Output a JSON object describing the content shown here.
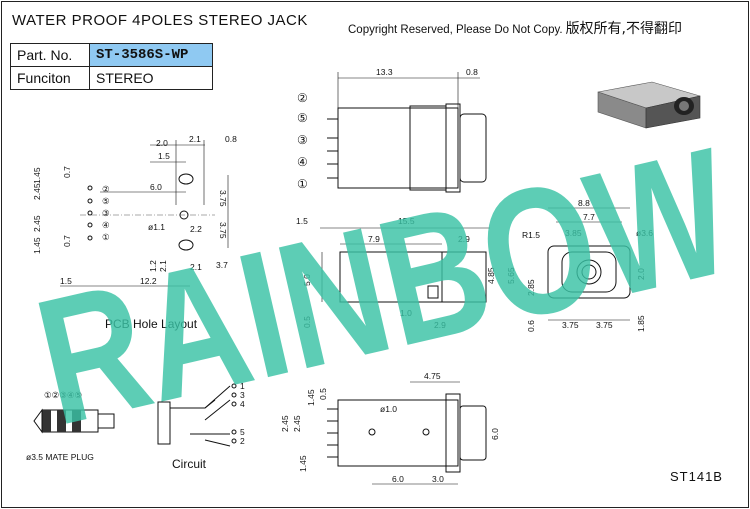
{
  "header": {
    "title": "WATER PROOF 4POLES STEREO JACK",
    "copyright": "Copyright Reserved, Please Do Not Copy.",
    "copyright_cn": "版权所有,不得翻印"
  },
  "info_table": {
    "part_label": "Part. No.",
    "part_value": "ST-3586S-WP",
    "function_label": "Funciton",
    "function_value": "STEREO"
  },
  "watermark": "RAINBOW",
  "model_code": "ST141B",
  "labels": {
    "pcb_layout": "PCB Hole Layout",
    "circuit": "Circuit",
    "mate_plug": "ø3.5 MATE PLUG",
    "plug_pins": "①②③④⑤"
  },
  "pin_markers": {
    "side": [
      "②",
      "⑤",
      "③",
      "④",
      "①"
    ],
    "pcb": [
      "②",
      "⑤",
      "③",
      "④",
      "①"
    ],
    "circuit": [
      "1",
      "3",
      "4",
      "5",
      "2"
    ]
  },
  "dims": {
    "d13_3": "13.3",
    "d0_8": "0.8",
    "d2_0": "2.0",
    "d2_1": "2.1",
    "d0_8b": "0.8",
    "d1_5": "1.5",
    "d6_0": "6.0",
    "d3_75": "3.75",
    "d3_75b": "3.75",
    "d2_45": "2.45",
    "d1_45": "1.45",
    "d0_7": "0.7",
    "d0_7b": "0.7",
    "d2_45b": "2.45",
    "d1_45b": "1.45",
    "d2_2": "2.2",
    "d1_1": "ø1.1",
    "d12_2": "12.2",
    "d1_5b": "1.5",
    "d2_1b": "2.1",
    "d3_7": "3.7",
    "d1_2": "1.2",
    "d2_1c": "2.1",
    "s1_5": "1.5",
    "s15_5": "15.5",
    "s7_9": "7.9",
    "s2_9": "2.9",
    "s5_0": "5.0",
    "s4_85": "4.85",
    "s5_65": "5.65",
    "s1_0": "1.0",
    "s2_9b": "2.9",
    "s0_5": "0.5",
    "f8_8": "8.8",
    "f7_7": "7.7",
    "fR1_5": "R1.5",
    "f3_85": "3.85",
    "f3_6": "ø3.6",
    "f2_85": "2.85",
    "f2_0": "2.0",
    "f0_6": "0.6",
    "f3_75": "3.75",
    "f3_75b": "3.75",
    "f1_85": "1.85",
    "b4_75": "4.75",
    "b1_45": "1.45",
    "b0_5": "0.5",
    "b2_45": "2.45",
    "b2_45b": "2.45",
    "b1_0": "ø1.0",
    "b6_0": "6.0",
    "b1_45b": "1.45",
    "b6_0b": "6.0",
    "b3_0": "3.0"
  }
}
